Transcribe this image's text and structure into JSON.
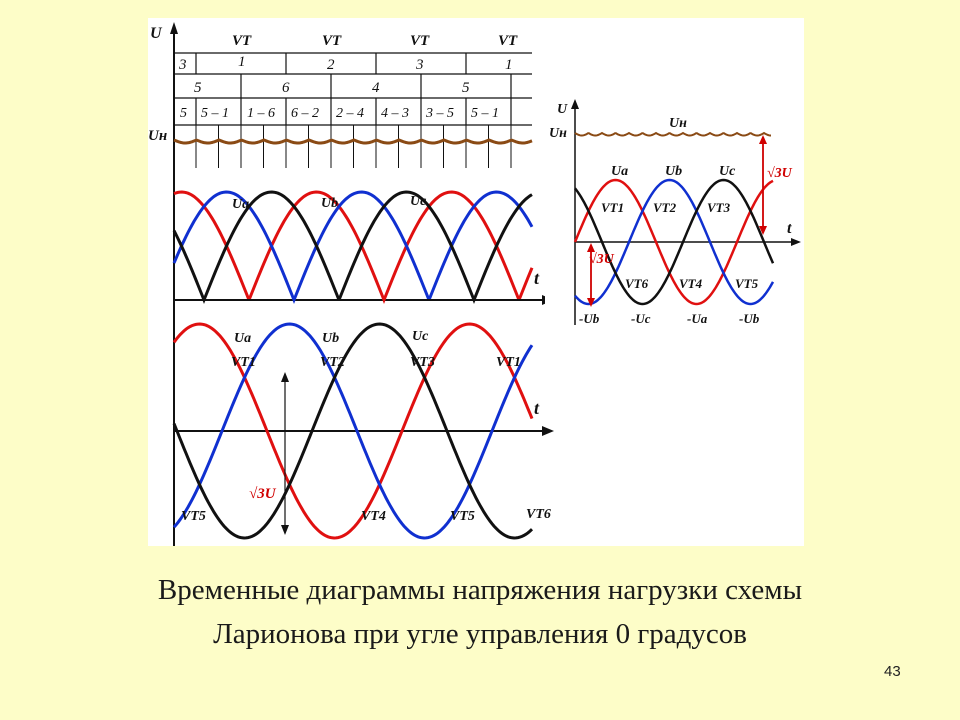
{
  "left": {
    "axis_u": "U",
    "axis_t1": "t",
    "axis_t2": "t",
    "label_un": "Uн",
    "row_vt": [
      "VT",
      "VT",
      "VT",
      "VT"
    ],
    "row1": [
      "3",
      "1",
      "2",
      "3",
      "1"
    ],
    "row2": [
      "5",
      "6",
      "4",
      "5"
    ],
    "row3": [
      "5",
      "5 – 1",
      "1 – 6",
      "6 – 2",
      "2 – 4",
      "4 – 3",
      "3 – 5",
      "5 – 1"
    ],
    "upper_labels": [
      "Ua",
      "Ub",
      "Uc"
    ],
    "lower_labels": [
      "Ua",
      "Ub",
      "Uc"
    ],
    "lower_vt_top": [
      "VT1",
      "VT2",
      "VT3",
      "VT1"
    ],
    "lower_vt_bottom": [
      "VT5",
      "VT4",
      "VT5",
      "VT6"
    ],
    "sqrt3u": "√3U"
  },
  "right": {
    "axis_u": "U",
    "label_un_left": "Uн",
    "label_un_mid": "Uн",
    "axis_t": "t",
    "wave_labels": [
      "Ua",
      "Ub",
      "Uc"
    ],
    "vt_top": [
      "VT1",
      "VT2",
      "VT3"
    ],
    "vt_bottom": [
      "VT6",
      "VT4",
      "VT5"
    ],
    "neg_labels": [
      "-Ub",
      "-Uc",
      "-Ua",
      "-Ub"
    ],
    "sqrt3u_left": "√3U",
    "sqrt3u_right": "√3U"
  },
  "colors": {
    "phase_a": "#e01010",
    "phase_b": "#1030d0",
    "phase_c": "#111111",
    "load": "#8a4a14",
    "accent": "#d00000"
  },
  "caption_line1": "Временные диаграммы напряжения нагрузки схемы",
  "caption_line2": "Ларионова при угле управления 0 градусов",
  "page_number": "43"
}
